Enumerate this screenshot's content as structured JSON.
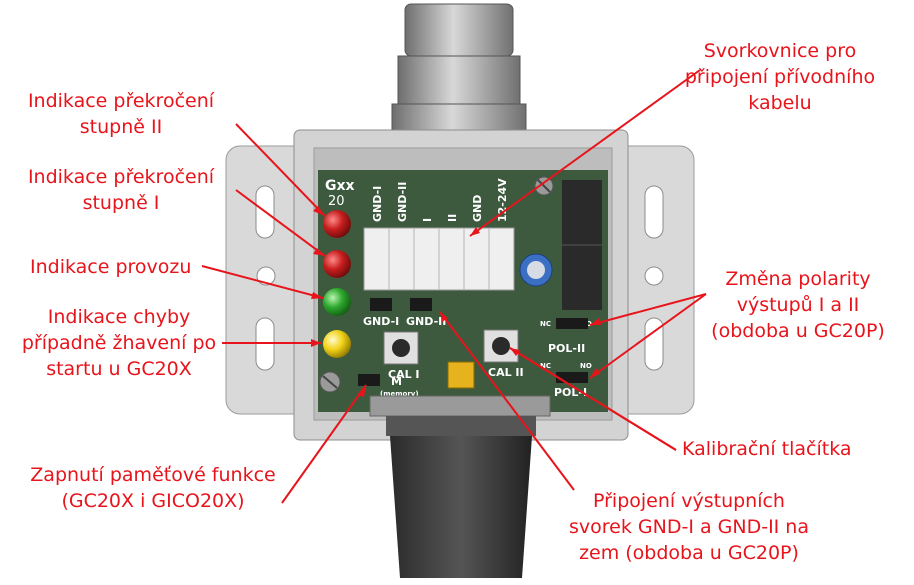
{
  "colors": {
    "annotation": "#e8141b",
    "housing": "#d6d6d6",
    "pcb": "#3d5a3f",
    "led_red": "#c71e1e",
    "led_green": "#2ea82e",
    "led_yellow": "#f2d318"
  },
  "labels": {
    "alarm2": [
      "Indikace překročení",
      "stupně II"
    ],
    "alarm1": [
      "Indikace překročení",
      "stupně I"
    ],
    "power": "Indikace provozu",
    "fault": [
      "Indikace chyby",
      "případně žhavení po",
      "startu u GC20X"
    ],
    "memory": [
      "Zapnutí paměťové funkce",
      "(GC20X i GICO20X)"
    ],
    "terminal": [
      "Svorkovnice pro",
      "připojení přívodního",
      "kabelu"
    ],
    "polarity": [
      "Změna polarity",
      "výstupů I a II",
      "(obdoba u GC20P)"
    ],
    "calib": "Kalibrační tlačítka",
    "ground": [
      "Připojení výstupních",
      "svorek GND-I a GND-II na",
      "zem (obdoba u GC20P)"
    ]
  },
  "pcb": {
    "brand": "Gxx",
    "model": "20",
    "terminals": [
      "GND-I",
      "GND-II",
      "I",
      "II",
      "GND",
      "12-24V"
    ],
    "jumper_left": "GND-I",
    "jumper_right": "GND-II",
    "cal1": "CAL I",
    "cal2": "CAL II",
    "pol2": "POL-II",
    "pol1": "POL-I",
    "nc": "NC",
    "no": "NO",
    "mem": "M",
    "mem_sub": "(memory)"
  }
}
